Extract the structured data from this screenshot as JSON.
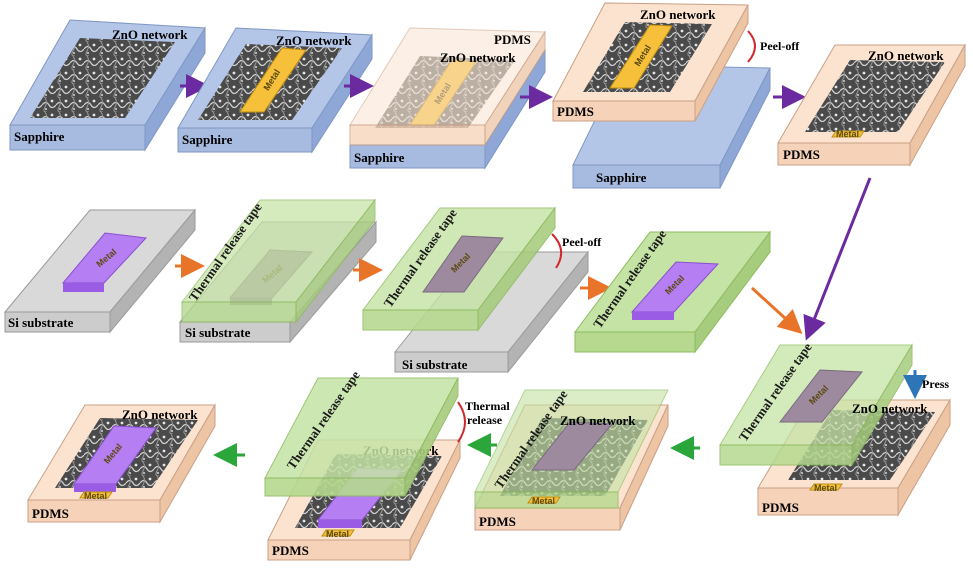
{
  "labels": {
    "zno": "ZnO network",
    "sapphire": "Sapphire",
    "pdms": "PDMS",
    "metal": "Metal",
    "si": "Si substrate",
    "tape": "Thermal release tape",
    "peel": "Peel-off",
    "press": "Press",
    "thermal_release_1": "Thermal",
    "thermal_release_2": "release"
  },
  "colors": {
    "sapphire": "#b4c6e7",
    "pdms": "#fbe3d0",
    "tape": "#c5e3a5",
    "si": "#d9d9d9",
    "metal_gold": "#f6c03a",
    "metal_purple": "#b57ef2",
    "zno": "#5a5a5a",
    "arrow_purple": "#6b2aa0",
    "arrow_orange": "#e8742a",
    "arrow_green": "#2aa63a",
    "arrow_blue": "#2e75b6",
    "peel_arc": "#d0282a"
  },
  "icons": {
    "step_arrow": "right-arrow-icon",
    "turn_arrow": "diagonal-arrow-icon",
    "back_arrow": "left-arrow-icon",
    "press_arrow": "down-arrow-icon"
  }
}
